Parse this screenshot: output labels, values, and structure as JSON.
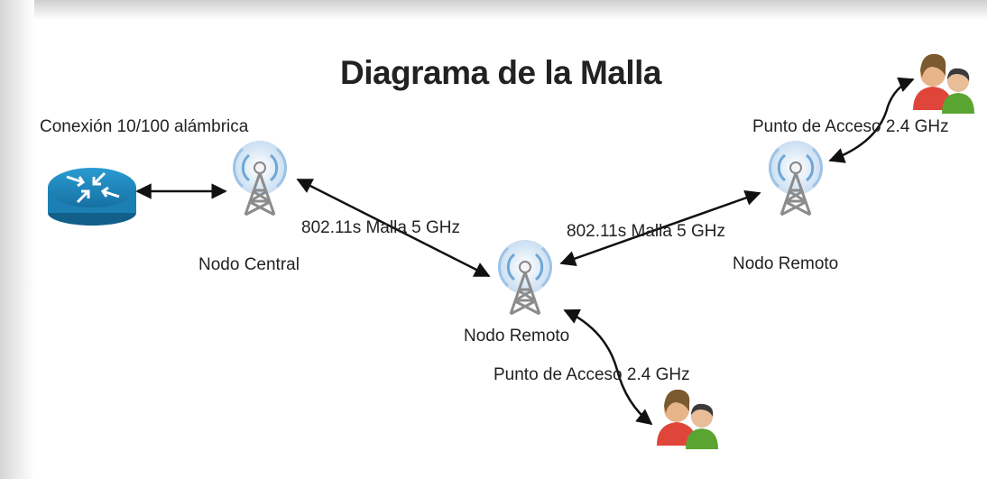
{
  "title": "Diagrama de la Malla",
  "labels": {
    "wired": "Conexión 10/100 alámbrica",
    "mesh_left": "802.11s Malla 5 GHz",
    "mesh_right": "802.11s Malla 5 GHz",
    "node_central": "Nodo Central",
    "node_remote_right": "Nodo Remoto",
    "node_remote_center": "Nodo Remoto",
    "ap_top": "Punto de Acceso 2.4 GHz",
    "ap_bottom": "Punto de Acceso 2.4 GHz"
  },
  "icons": {
    "router": "router-icon",
    "tower": "antenna-tower-icon",
    "users": "users-icon"
  },
  "colors": {
    "router_blue": "#1c7fb3",
    "user_red": "#e0453a",
    "user_green": "#5aa532",
    "tower_gray": "#8c8c8c",
    "signal_blue": "#6fa7d8"
  }
}
